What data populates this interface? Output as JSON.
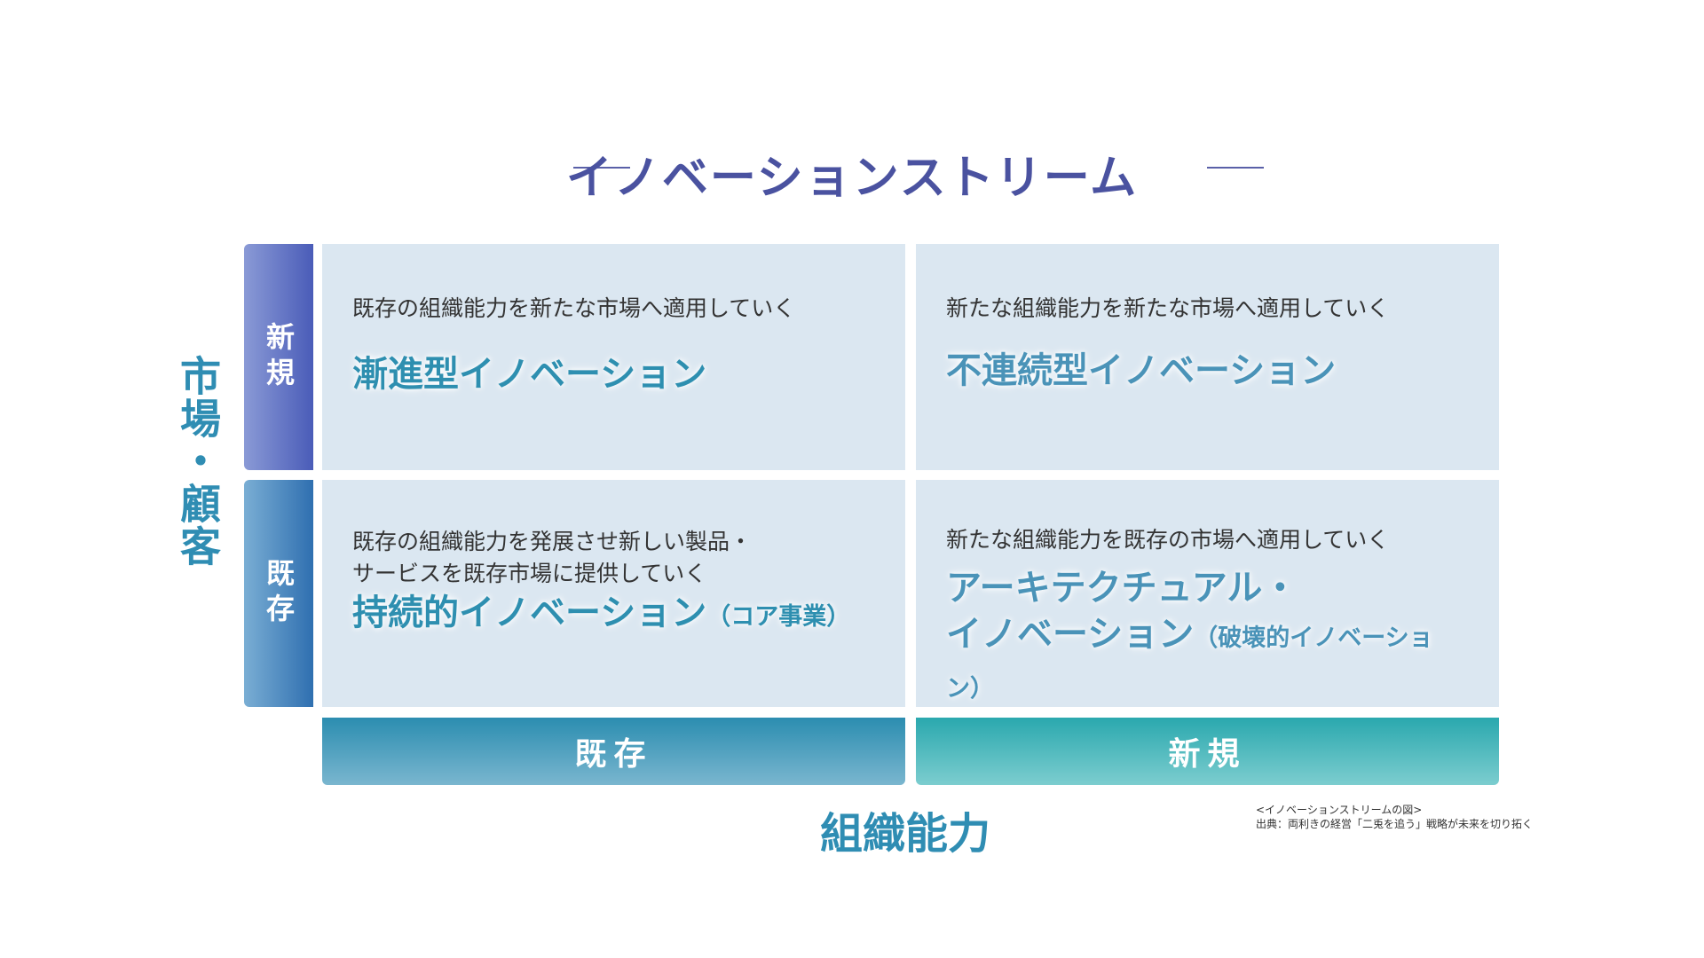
{
  "title": "イノベーションストリーム",
  "y_axis": {
    "label": "市場・顧客",
    "rows": [
      "新規",
      "既存"
    ]
  },
  "x_axis": {
    "label": "組織能力",
    "cols": [
      "既存",
      "新規"
    ]
  },
  "cells": [
    {
      "desc": "既存の組織能力を新たな市場へ適用していく",
      "name": "漸進型イノベーション",
      "sub": ""
    },
    {
      "desc": "新たな組織能力を新たな市場へ適用していく",
      "name": "不連続型イノベーション",
      "sub": ""
    },
    {
      "desc": "既存の組織能力を発展させ新しい製品・",
      "desc2": "サービスを既存市場に提供していく",
      "name": "持続的イノベーション",
      "sub": "（コア事業）"
    },
    {
      "desc": "新たな組織能力を既存の市場へ適用していく",
      "name": "アーキテクチュアル・",
      "name2": "イノベーション",
      "sub": "（破壊的イノベーション）"
    }
  ],
  "caption": {
    "line1": "<イノベーションストリームの図>",
    "line2": "出典：両利きの経営「二兎を追う」戦略が未来を切り拓く"
  },
  "colors": {
    "title": "#4a52a0",
    "accent": "#2f8db3",
    "cell": "#dbe7f1"
  }
}
